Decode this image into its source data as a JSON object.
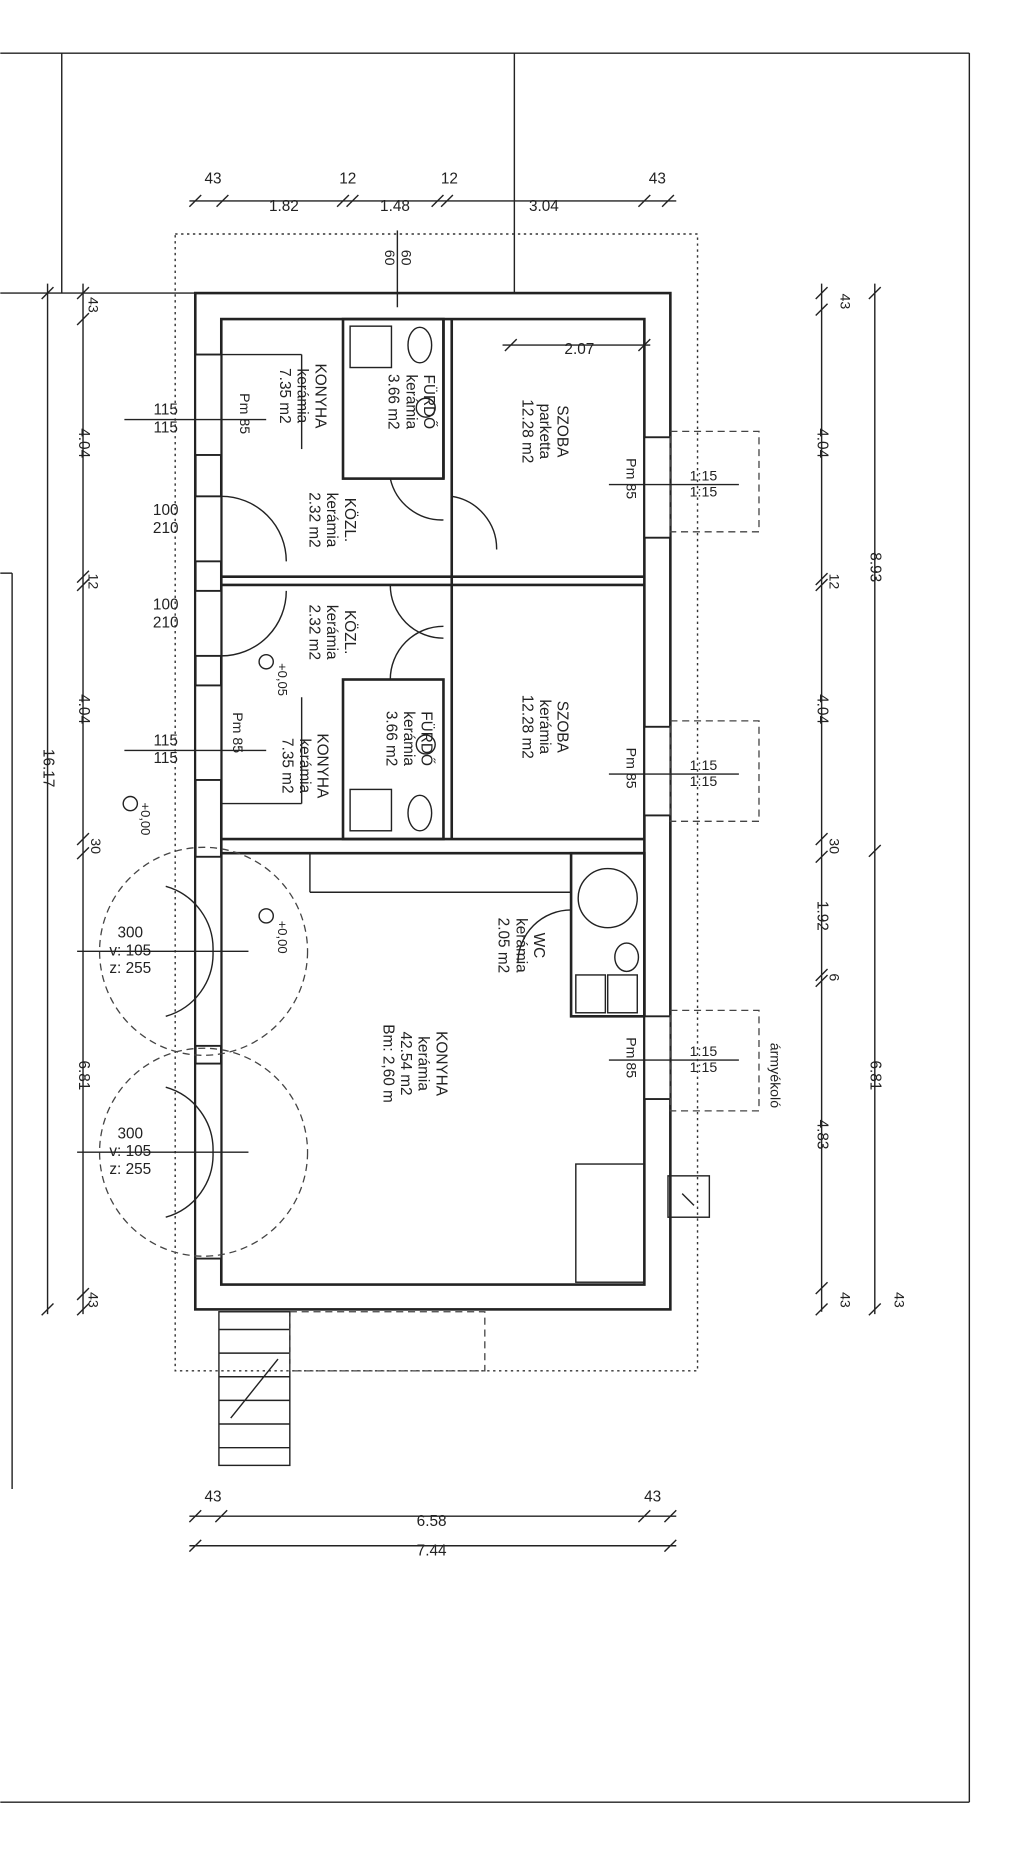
{
  "dimensions": {
    "top": [
      "43",
      "1.82",
      "12",
      "1.48",
      "12",
      "3.04",
      "43"
    ],
    "bottom_inner": [
      "43",
      "6.58",
      "43"
    ],
    "bottom_total": "7.44",
    "left_inner": [
      "43",
      "4.04",
      "12",
      "4.04",
      "30",
      "6.81",
      "43"
    ],
    "left_total": "16.17",
    "right_inner": [
      "43",
      "4.04",
      "12",
      "4.04",
      "30",
      "1.92",
      "6",
      "4.83",
      "43"
    ],
    "right_outer": [
      "8.93",
      "6.81",
      "43"
    ],
    "room_width": "2.07",
    "vent": [
      "60",
      "60"
    ]
  },
  "rooms": [
    {
      "lines": [
        "SZOBA",
        "parketta",
        "12.28 m2"
      ]
    },
    {
      "lines": [
        "FÜRDŐ",
        "kerámia",
        "3.66 m2"
      ]
    },
    {
      "lines": [
        "KONYHA",
        "kerámia",
        "7.35 m2"
      ]
    },
    {
      "lines": [
        "KÖZL.",
        "kerámia",
        "2.32 m2"
      ]
    },
    {
      "lines": [
        "KÖZL.",
        "kerámia",
        "2.32 m2"
      ]
    },
    {
      "lines": [
        "FÜRDŐ",
        "kerámia",
        "3.66 m2"
      ]
    },
    {
      "lines": [
        "SZOBA",
        "kerámia",
        "12.28 m2"
      ]
    },
    {
      "lines": [
        "KONYHA",
        "kerámia",
        "7.35 m2"
      ]
    },
    {
      "lines": [
        "WC",
        "kerámia",
        "2.05 m2"
      ]
    },
    {
      "lines": [
        "KONYHA",
        "kerámia",
        "42.54 m2",
        "Bm: 2,60 m"
      ]
    }
  ],
  "openings": {
    "windows_left": [
      [
        "115",
        "115"
      ],
      [
        "115",
        "115"
      ]
    ],
    "doors_left": [
      [
        "100",
        "210"
      ],
      [
        "100",
        "210"
      ]
    ],
    "windows_right": [
      [
        "1:15",
        "1:15"
      ],
      [
        "1:15",
        "1:15"
      ],
      [
        "1:15",
        "1:15"
      ]
    ],
    "parapets": [
      "Pm 85",
      "Pm 85",
      "Pm 85",
      "Pm 85",
      "Pm 85"
    ],
    "terrace_doors": [
      [
        "300",
        "v: 105",
        "z: 255"
      ],
      [
        "300",
        "v: 105",
        "z: 255"
      ]
    ]
  },
  "levels": [
    "+0,05",
    "+0,00",
    "+0,00"
  ],
  "shade_label": "ármyékoló"
}
